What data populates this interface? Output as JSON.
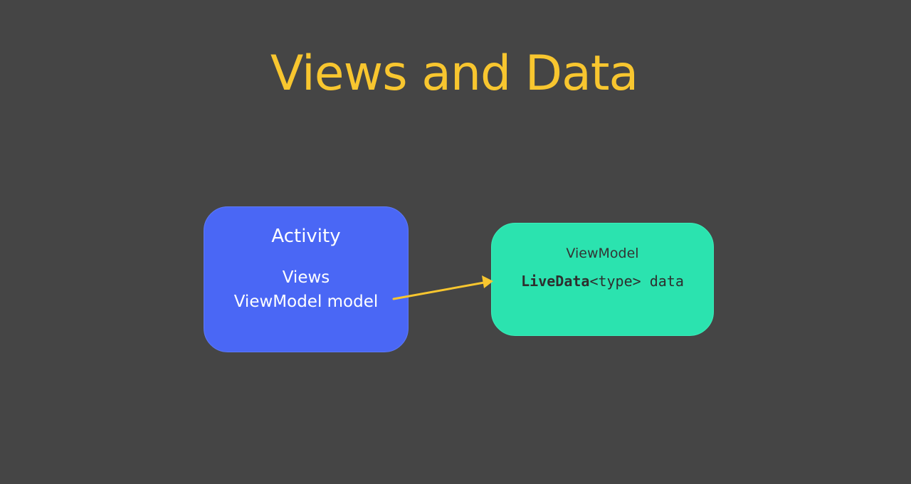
{
  "slide": {
    "title": "Views and Data",
    "title_color": "#F8C62F",
    "background_color": "#454545"
  },
  "activity_box": {
    "heading": "Activity",
    "line_views": "Views",
    "line_model": "ViewModel model",
    "color": "#4A67F5"
  },
  "viewmodel_box": {
    "heading": "ViewModel",
    "code_type": "LiveData",
    "code_rest": "<type> data",
    "color": "#2BE3AF"
  },
  "connector": {
    "color": "#F8C62F",
    "from": "ViewModel model",
    "to": "ViewModel"
  }
}
